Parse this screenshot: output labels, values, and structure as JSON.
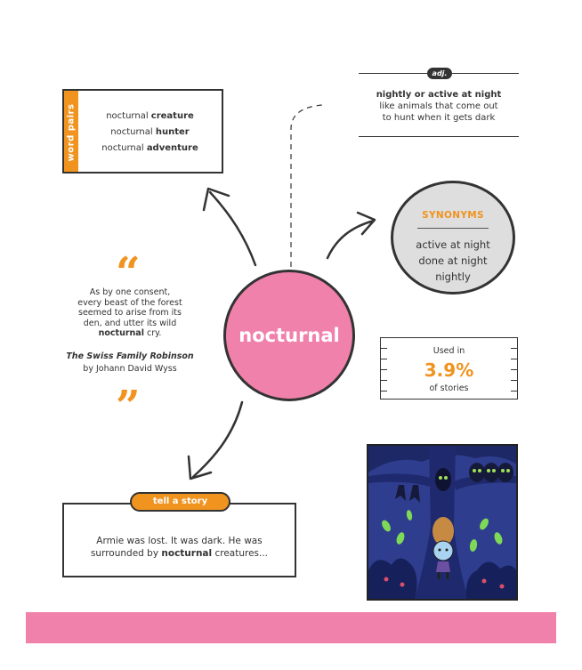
{
  "center": {
    "word": "nocturnal"
  },
  "word_pairs": {
    "tab_label": "word pairs",
    "items": [
      {
        "prefix": "nocturnal ",
        "emph": "creature"
      },
      {
        "prefix": "nocturnal ",
        "emph": "hunter"
      },
      {
        "prefix": "nocturnal ",
        "emph": "adventure"
      }
    ]
  },
  "definition": {
    "part_of_speech": "adj.",
    "headline": "nightly or active at night",
    "line1": "like animals that come out",
    "line2": "to hunt when it gets dark"
  },
  "synonyms": {
    "title": "SYNONYMS",
    "items": [
      "active at night",
      "done at night",
      "nightly"
    ]
  },
  "quote": {
    "open_mark": "“",
    "close_mark": "”",
    "line1": "As by one consent,",
    "line2": "every beast of the forest",
    "line3": "seemed to arise from its",
    "line4": "den, and utter its wild",
    "line5_emph": "nocturnal",
    "line5_rest": " cry.",
    "book": "The Swiss Family Robinson",
    "author": "by Johann David Wyss"
  },
  "usage": {
    "label": "Used in",
    "percent_text": "3.9%",
    "sublabel": "of stories"
  },
  "story": {
    "badge": "tell a story",
    "line1": "Armie was lost. It was dark. He was",
    "line2_pre": "surrounded by ",
    "line2_emph": "nocturnal",
    "line2_post": " creatures..."
  },
  "colors": {
    "pink": "#f081ab",
    "orange": "#f0931f",
    "ink": "#333333",
    "synonym_fill": "#dedede",
    "night_blue": "#2f3d8f"
  },
  "icons": [
    "open-quote-icon",
    "close-quote-icon",
    "arrow-icon"
  ]
}
